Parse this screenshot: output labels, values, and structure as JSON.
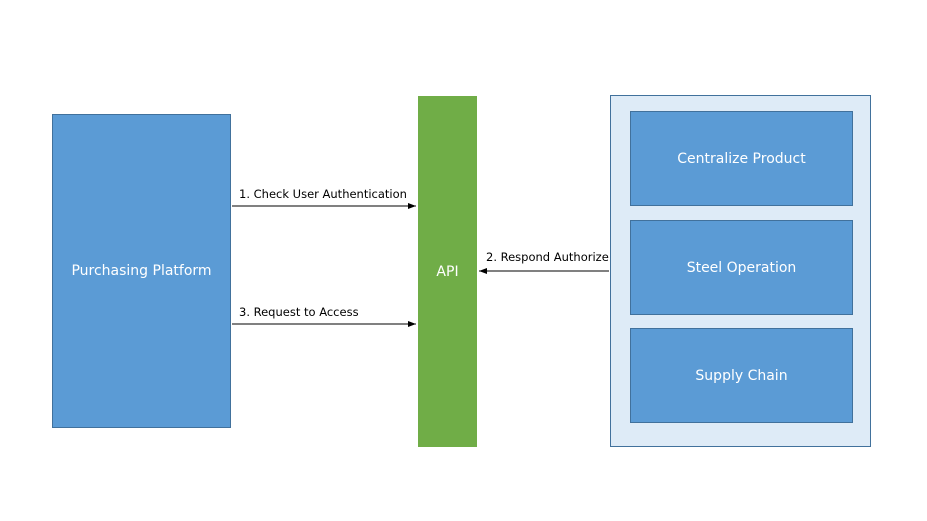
{
  "nodes": {
    "purchasing_platform": "Purchasing Platform",
    "api": "API",
    "services": [
      "Centralize Product",
      "Steel Operation",
      "Supply Chain"
    ]
  },
  "edges": [
    {
      "label": "1. Check User Authentication",
      "from": "Purchasing Platform",
      "to": "API"
    },
    {
      "label": "2. Respond Authorize",
      "from": "Services",
      "to": "API"
    },
    {
      "label": "3. Request to Access",
      "from": "Purchasing Platform",
      "to": "API"
    }
  ],
  "colors": {
    "blue_fill": "#5b9bd5",
    "blue_border": "#41719c",
    "green_fill": "#70ad47",
    "light_blue_fill": "#deebf7"
  }
}
